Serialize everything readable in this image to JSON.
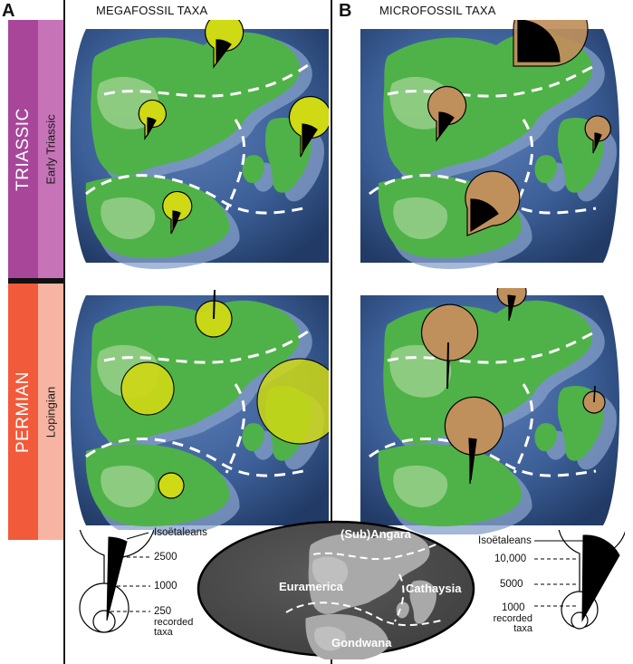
{
  "panels": {
    "a": {
      "letter": "A",
      "title": "MEGAFOSSIL TAXA"
    },
    "b": {
      "letter": "B",
      "title": "MICROFOSSIL TAXA"
    }
  },
  "timescale": {
    "triassic": {
      "period": "TRIASSIC",
      "epoch": "Early Triassic",
      "period_color": "#a8479a",
      "epoch_color": "#c673b8"
    },
    "permian": {
      "period": "PERMIAN",
      "epoch": "Lopingian",
      "period_color": "#f15a3a",
      "epoch_color": "#f8b4a2"
    }
  },
  "legend_a": {
    "isoetaleans": "Isoëtaleans",
    "values": [
      "2500",
      "1000",
      "250"
    ],
    "unit": "recorded taxa"
  },
  "legend_b": {
    "isoetaleans": "Isoëtaleans",
    "values": [
      "10,000",
      "5000",
      "1000"
    ],
    "unit": "recorded taxa"
  },
  "regions": {
    "sub_angara": "(Sub)Angara",
    "euramerica": "Euramerica",
    "cathaysia": "Cathaysia",
    "gondwana": "Gondwana"
  },
  "colors": {
    "ocean": "#3c5f98",
    "land": "#4fb248",
    "megafossil_fill": "#cfd914",
    "microfossil_fill": "#bf8f5c",
    "isoetalean_wedge": "#000000"
  }
}
